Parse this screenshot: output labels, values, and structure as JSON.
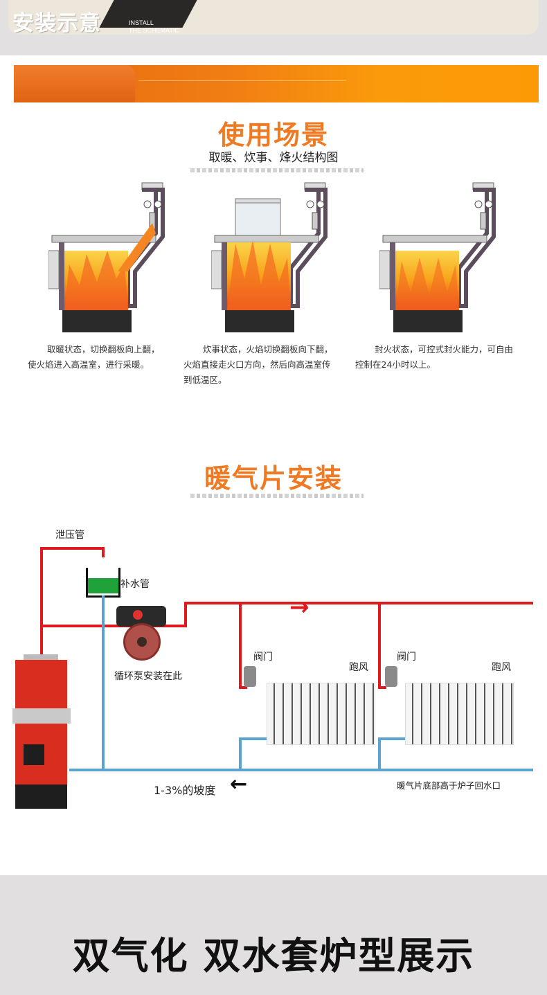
{
  "banner": {
    "title": "安装示意",
    "subtitle_line1": "INSTALL",
    "subtitle_line2": "THE SCHEMATIC",
    "colors": {
      "start": "#e46a10",
      "end": "#fc9a06"
    }
  },
  "usage_section": {
    "heading": "使用场景",
    "subheading": "取暖、炊事、烽火结构图",
    "heading_color": "#f07a24",
    "scenes": [
      {
        "name": "heating",
        "line1": "取暖状态，切换翻板向上翻，",
        "line2": "使火焰进入高温室，进行采暖。",
        "line3": ""
      },
      {
        "name": "cooking",
        "line1": "炊事状态，火焰切换翻板向下翻，",
        "line2": "火焰直接走火口方向，然后向高温室传",
        "line3": "到低温区。"
      },
      {
        "name": "banked-fire",
        "line1": "封火状态，可控式封火能力，可自由",
        "line2": "控制在24小时以上。",
        "line3": ""
      }
    ]
  },
  "radiator_section": {
    "heading": "暖气片安装",
    "labels": {
      "pressure_relief_pipe": "泄压管",
      "water_supply_pipe": "补水管",
      "pump_location": "循环泵安装在此",
      "valve_1": "阀门",
      "valve_2": "阀门",
      "air_vent_1": "跑风",
      "air_vent_2": "跑风",
      "slope": "1-3%的坡度",
      "radiator_note": "暖气片底部高于炉子回水口"
    },
    "colors": {
      "supply_pipe": "#e0191c",
      "return_pipe": "#5aa4cf",
      "water": "#1fa23a"
    }
  },
  "bottom": {
    "title": "双气化 双水套炉型展示"
  }
}
